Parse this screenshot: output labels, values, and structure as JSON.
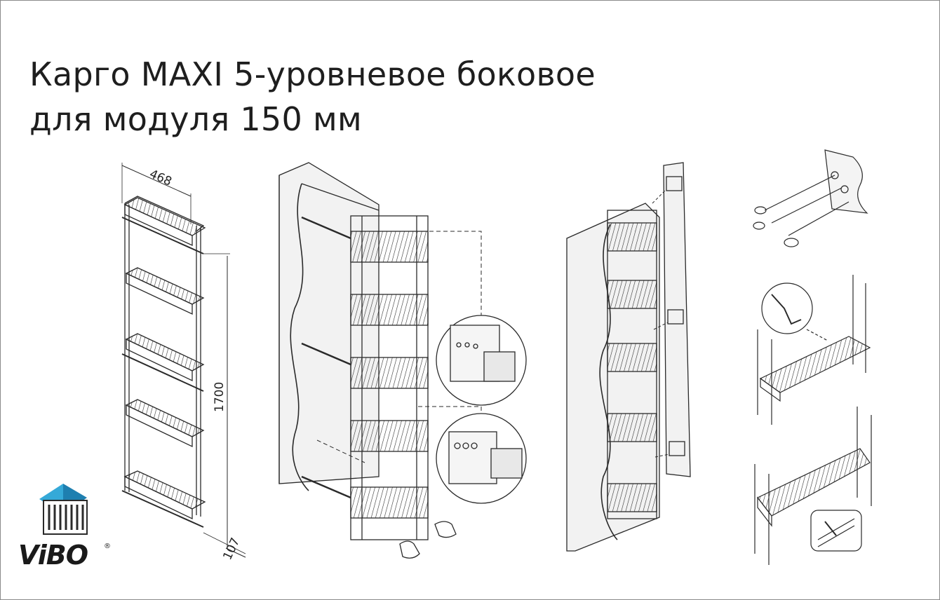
{
  "title": {
    "line1": "Карго MAXI 5-уровневое боковое",
    "line2": "для модуля 150 мм"
  },
  "dimensions": {
    "depth": "468",
    "height": "1700",
    "width": "107"
  },
  "brand": {
    "name": "ViBO",
    "registered_mark": "®",
    "logo_color": "#35a9d8"
  },
  "colors": {
    "line": "#2a2a2a",
    "panel": "#f2f2f2"
  }
}
